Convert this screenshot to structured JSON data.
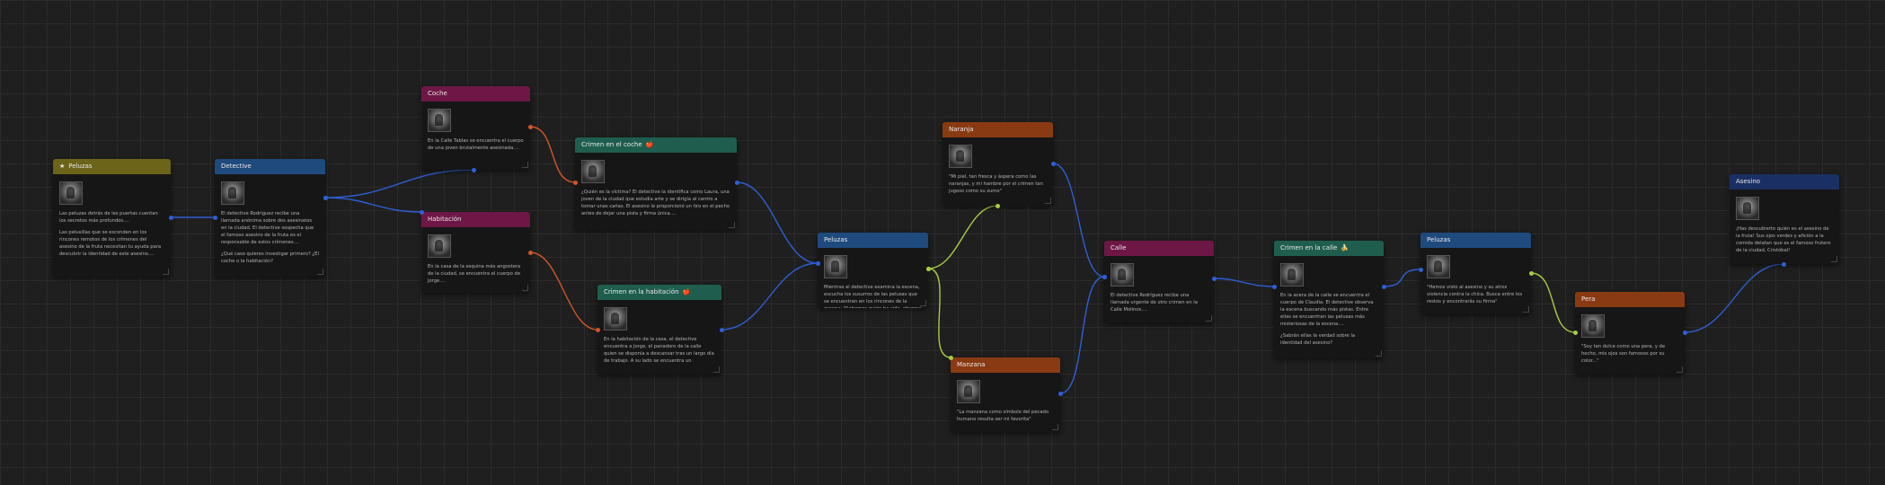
{
  "colors": {
    "olive": "#6b6419",
    "blue": "#1f4a7e",
    "magenta": "#6e1746",
    "teal": "#1f5e4e",
    "orange": "#8a3a12",
    "navy": "#1a2f63",
    "wire_blue": "#2f5fd6",
    "wire_orange": "#d2552a",
    "wire_yellow": "#aacc44"
  },
  "nodes": [
    {
      "id": "peluzas-1",
      "title": "Peluzas",
      "icon": "star-icon",
      "icon_char": "★",
      "color": "olive",
      "paragraphs": [
        "Las peluzas detrás de las puertas cuentan los secretos más profundos....",
        "Las pelusillas que se esconden en los rincones remotos de los crímenes del asesino de la fruta necesitan tu ayuda para descubrir la identidad de este asesino...."
      ]
    },
    {
      "id": "detective",
      "title": "Detective",
      "icon": "",
      "icon_char": "",
      "color": "blue",
      "paragraphs": [
        "El detective Rodríguez recibe una llamada anónima sobre dos asesinatos en la ciudad. El detective sospecha que el famoso asesino de la fruta es el responsable de estos crímenes....",
        "¿Qué caso quieres investigar primero? ¿El coche o la habitación?"
      ]
    },
    {
      "id": "coche",
      "title": "Coche",
      "icon": "",
      "icon_char": "",
      "color": "magenta",
      "paragraphs": [
        "En la Calle Tablas se encuentra el cuerpo de una joven brutalmente asesinada...."
      ]
    },
    {
      "id": "habitacion",
      "title": "Habitación",
      "icon": "",
      "icon_char": "",
      "color": "magenta",
      "paragraphs": [
        "En la casa de la esquina más angostera de la ciudad, se encuentra el cuerpo de Jorge...."
      ]
    },
    {
      "id": "crimen-coche",
      "title": "Crimen en el coche",
      "icon": "apple-icon",
      "icon_char": "🍎",
      "color": "teal",
      "paragraphs": [
        "¿Quién es la víctima? El detective la identifica como Laura, una joven de la ciudad que estudia arte y se dirigía al centro a tomar unas cañas. El asesino le proporcionó un tiro en el pecho antes de dejar una pista y firma única...."
      ]
    },
    {
      "id": "crimen-habitacion",
      "title": "Crimen en la habitación",
      "icon": "apple-icon",
      "icon_char": "🍎",
      "color": "teal",
      "paragraphs": [
        "En la habitación de la casa, el detective encuentra a Jorge, el panadero de la calle quien se disponía a descansar tras un largo día de trabajo. A su lado se encuentra un"
      ]
    },
    {
      "id": "peluzas-2",
      "title": "Peluzas",
      "icon": "",
      "icon_char": "",
      "color": "blue",
      "paragraphs": [
        "Mientras el detective examina la escena, escucha los susurros de las pelusas que se encuentran en los rincones de la escena: \"Sabemos quién ha sido, observa el mensaje junto a las frutas para seguir investigando\""
      ]
    },
    {
      "id": "naranja",
      "title": "Naranja",
      "icon": "",
      "icon_char": "",
      "color": "orange",
      "paragraphs": [
        "\"Mi piel, tan fresca y áspera como las naranjas, y mi hambre por el crimen tan jugoso como su zumo\""
      ]
    },
    {
      "id": "manzana",
      "title": "Manzana",
      "icon": "",
      "icon_char": "",
      "color": "orange",
      "paragraphs": [
        "\"La manzana como símbolo del pecado humano resulta ser mi favorita\""
      ]
    },
    {
      "id": "calle",
      "title": "Calle",
      "icon": "",
      "icon_char": "",
      "color": "magenta",
      "paragraphs": [
        "El detective Rodríguez recibe una llamada urgente de otro crimen en la Calle Molinos...."
      ]
    },
    {
      "id": "crimen-calle",
      "title": "Crimen en la calle",
      "icon": "banana-icon",
      "icon_char": "🍌",
      "color": "teal",
      "paragraphs": [
        "En la acera de la calle se encuentra el cuerpo de Claudia. El detective observa la escena buscando más pistas. Entre ellas se encuentran las pelusas más misteriosas de la escena....",
        "¿Sabrán ellas la verdad sobre la identidad del asesino?"
      ]
    },
    {
      "id": "peluzas-3",
      "title": "Peluzas",
      "icon": "",
      "icon_char": "",
      "color": "blue",
      "paragraphs": [
        "\"Hemos visto al asesino y su atroz violencia contra la chica. Busca entre los restos y encontrarás su firma\""
      ]
    },
    {
      "id": "pera",
      "title": "Pera",
      "icon": "",
      "icon_char": "",
      "color": "orange",
      "paragraphs": [
        "\"Soy tan dulce como una pera, y de hecho, mis ojos son famosos por su color...\""
      ]
    },
    {
      "id": "asesino",
      "title": "Asesino",
      "icon": "",
      "icon_char": "",
      "color": "navy",
      "paragraphs": [
        "¡Has descubierto quién es el asesino de la fruta! Sus ojos verdes y afición a la comida delatan que es el famoso frutero de la ciudad, Cristóbal!"
      ]
    }
  ],
  "links": [
    {
      "from": "peluzas-1",
      "to": "detective",
      "color": "wire_blue"
    },
    {
      "from": "detective",
      "to": "coche",
      "color": "wire_blue"
    },
    {
      "from": "detective",
      "to": "habitacion",
      "color": "wire_blue"
    },
    {
      "from": "coche",
      "to": "crimen-coche",
      "color": "wire_orange"
    },
    {
      "from": "habitacion",
      "to": "crimen-habitacion",
      "color": "wire_orange"
    },
    {
      "from": "crimen-coche",
      "to": "peluzas-2",
      "color": "wire_blue"
    },
    {
      "from": "crimen-habitacion",
      "to": "peluzas-2",
      "color": "wire_blue"
    },
    {
      "from": "peluzas-2",
      "to": "naranja",
      "color": "wire_yellow"
    },
    {
      "from": "peluzas-2",
      "to": "manzana",
      "color": "wire_yellow"
    },
    {
      "from": "naranja",
      "to": "calle",
      "color": "wire_blue"
    },
    {
      "from": "manzana",
      "to": "calle",
      "color": "wire_blue"
    },
    {
      "from": "calle",
      "to": "crimen-calle",
      "color": "wire_blue"
    },
    {
      "from": "crimen-calle",
      "to": "peluzas-3",
      "color": "wire_blue"
    },
    {
      "from": "peluzas-3",
      "to": "pera",
      "color": "wire_yellow"
    },
    {
      "from": "pera",
      "to": "asesino",
      "color": "wire_blue"
    }
  ]
}
